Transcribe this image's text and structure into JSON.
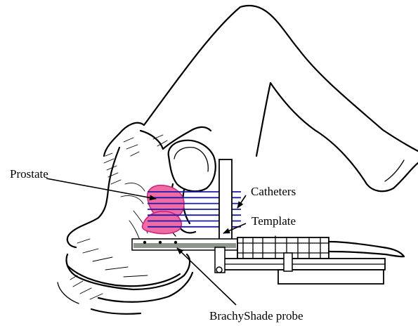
{
  "labels": {
    "prostate": "Prostate",
    "catheters": "Catheters",
    "template": "Template",
    "probe": "BrachyShade probe"
  },
  "colors": {
    "prostate_fill": "#f06aa6",
    "catheter_line": "#1a1aa8",
    "probe_bar": "#8f968f",
    "outline": "#000000"
  },
  "catheter_count": 7
}
